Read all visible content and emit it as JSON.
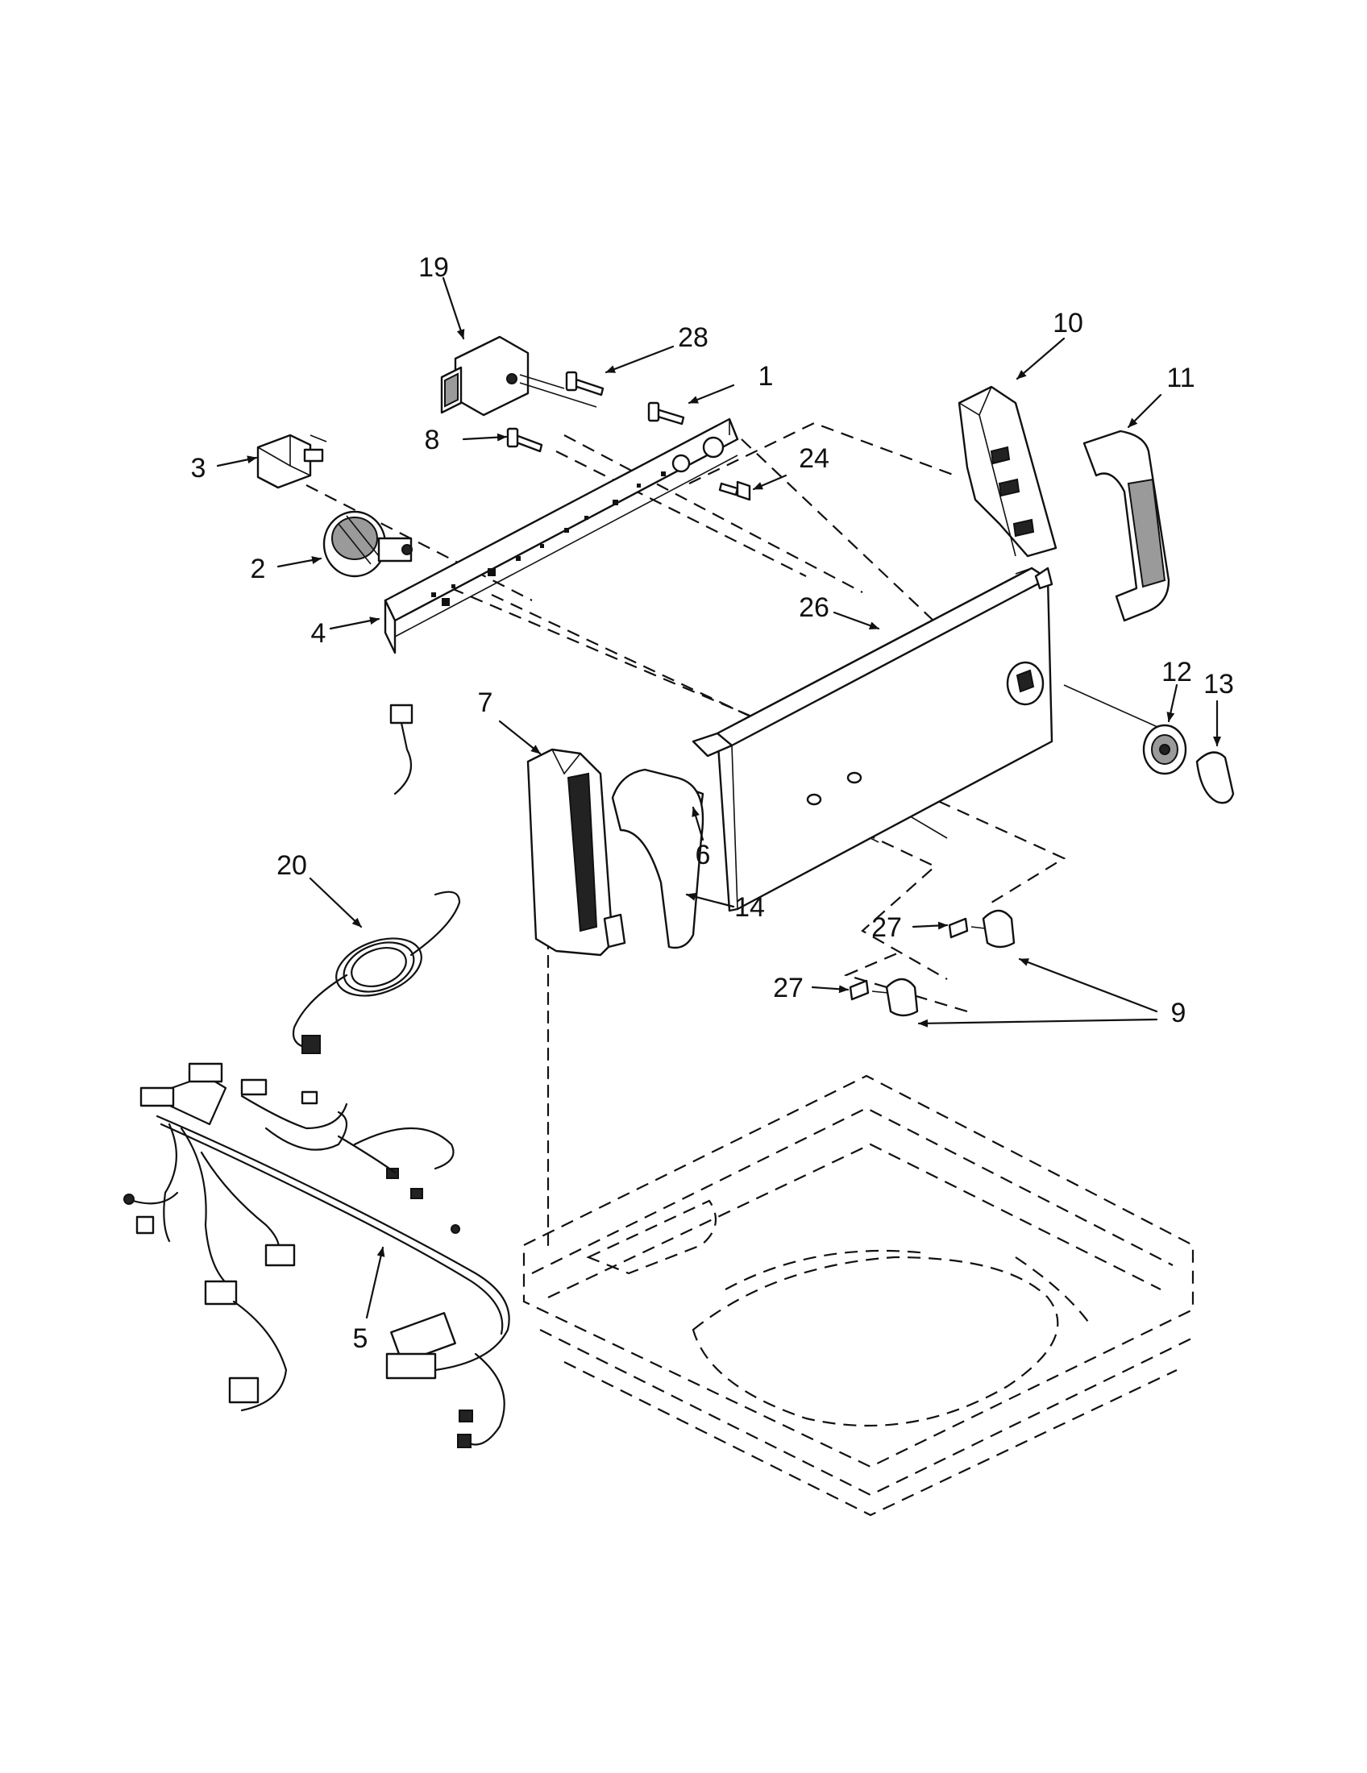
{
  "callouts": [
    {
      "id": "c19",
      "text": "19"
    },
    {
      "id": "c28",
      "text": "28"
    },
    {
      "id": "c1",
      "text": "1"
    },
    {
      "id": "c10",
      "text": "10"
    },
    {
      "id": "c11",
      "text": "11"
    },
    {
      "id": "c3",
      "text": "3"
    },
    {
      "id": "c8",
      "text": "8"
    },
    {
      "id": "c24",
      "text": "24"
    },
    {
      "id": "c2",
      "text": "2"
    },
    {
      "id": "c4",
      "text": "4"
    },
    {
      "id": "c26",
      "text": "26"
    },
    {
      "id": "c12",
      "text": "12"
    },
    {
      "id": "c13",
      "text": "13"
    },
    {
      "id": "c7",
      "text": "7"
    },
    {
      "id": "c6",
      "text": "6"
    },
    {
      "id": "c14",
      "text": "14"
    },
    {
      "id": "c20",
      "text": "20"
    },
    {
      "id": "c27a",
      "text": "27"
    },
    {
      "id": "c27b",
      "text": "27"
    },
    {
      "id": "c9",
      "text": "9"
    },
    {
      "id": "c5",
      "text": "5"
    }
  ]
}
